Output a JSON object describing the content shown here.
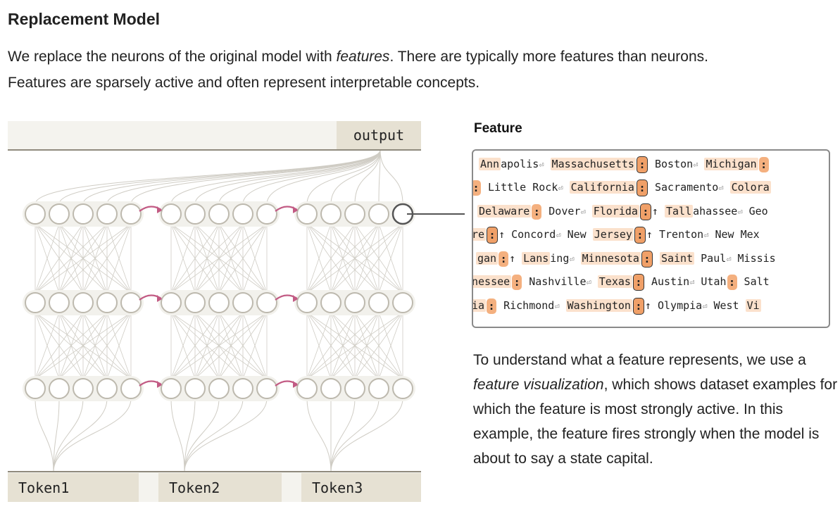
{
  "title": "Replacement Model",
  "intro": {
    "before": "We replace the neurons of the original model with ",
    "em": "features",
    "after": ". There are typically more features than neurons. Features are sparsely active and often represent interpretable concepts."
  },
  "diagram": {
    "output_label": "output",
    "tokens": [
      "Token1",
      "Token2",
      "Token3"
    ]
  },
  "feature_panel": {
    "title": "Feature",
    "rows": [
      [
        {
          "t": "Ann",
          "h": 1
        },
        {
          "t": "apolis"
        },
        {
          "r": 1
        },
        {
          "t": " "
        },
        {
          "t": "Massachusetts",
          "h": 1
        },
        {
          "m": 1
        },
        {
          "t": " Boston"
        },
        {
          "r": 1
        },
        {
          "t": " "
        },
        {
          "t": "Michigan",
          "h": 1
        },
        {
          "m": 2
        }
      ],
      [
        {
          "m": 2
        },
        {
          "t": " Little Rock"
        },
        {
          "r": 1
        },
        {
          "t": " "
        },
        {
          "t": "California",
          "h": 1
        },
        {
          "m": 1
        },
        {
          "t": " Sacramento"
        },
        {
          "r": 1
        },
        {
          "t": " "
        },
        {
          "t": "Colora",
          "h": 1
        }
      ],
      [
        {
          "t": "Delaware",
          "h": 1
        },
        {
          "m": 2
        },
        {
          "t": " Dover"
        },
        {
          "r": 1
        },
        {
          "t": " "
        },
        {
          "t": "Florida",
          "h": 1
        },
        {
          "m": 1
        },
        {
          "t": "↑ "
        },
        {
          "t": "Tall",
          "h": 1
        },
        {
          "t": "ahassee"
        },
        {
          "r": 1
        },
        {
          "t": " Geo"
        }
      ],
      [
        {
          "t": "re",
          "h": 1
        },
        {
          "m": 1
        },
        {
          "t": "↑ Concord"
        },
        {
          "r": 1
        },
        {
          "t": " New "
        },
        {
          "t": "Jersey",
          "h": 1
        },
        {
          "m": 1
        },
        {
          "t": "↑ Trenton"
        },
        {
          "r": 1
        },
        {
          "t": " New Mex"
        }
      ],
      [
        {
          "t": "gan",
          "h": 1
        },
        {
          "m": 2
        },
        {
          "t": "↑ "
        },
        {
          "t": "Lans",
          "h": 1
        },
        {
          "t": "ing"
        },
        {
          "r": 1
        },
        {
          "t": " "
        },
        {
          "t": "Minnesota",
          "h": 1
        },
        {
          "m": 1
        },
        {
          "t": " "
        },
        {
          "t": "Saint",
          "h": 1
        },
        {
          "t": " Paul"
        },
        {
          "r": 1
        },
        {
          "t": " Missis"
        }
      ],
      [
        {
          "t": "nessee",
          "h": 1
        },
        {
          "m": 2
        },
        {
          "t": " Nashville"
        },
        {
          "r": 1
        },
        {
          "t": " "
        },
        {
          "t": "Texas",
          "h": 1
        },
        {
          "m": 1
        },
        {
          "t": " Austin"
        },
        {
          "r": 1
        },
        {
          "t": " Utah"
        },
        {
          "m": 2
        },
        {
          "t": " Salt"
        }
      ],
      [
        {
          "t": "ia",
          "h": 1
        },
        {
          "m": 2
        },
        {
          "t": " Richmond"
        },
        {
          "r": 1
        },
        {
          "t": " "
        },
        {
          "t": "Washington",
          "h": 1
        },
        {
          "m": 1
        },
        {
          "t": "↑ Olympia"
        },
        {
          "r": 1
        },
        {
          "t": " West "
        },
        {
          "t": "Vi",
          "h": 1
        }
      ]
    ]
  },
  "description": {
    "before": "To understand what a feature represents, we use a ",
    "em": "feature visualization",
    "after": ", which shows dataset examples for which the feature is most strongly active. In this example, the feature fires strongly when the model is about to say a state capital."
  }
}
